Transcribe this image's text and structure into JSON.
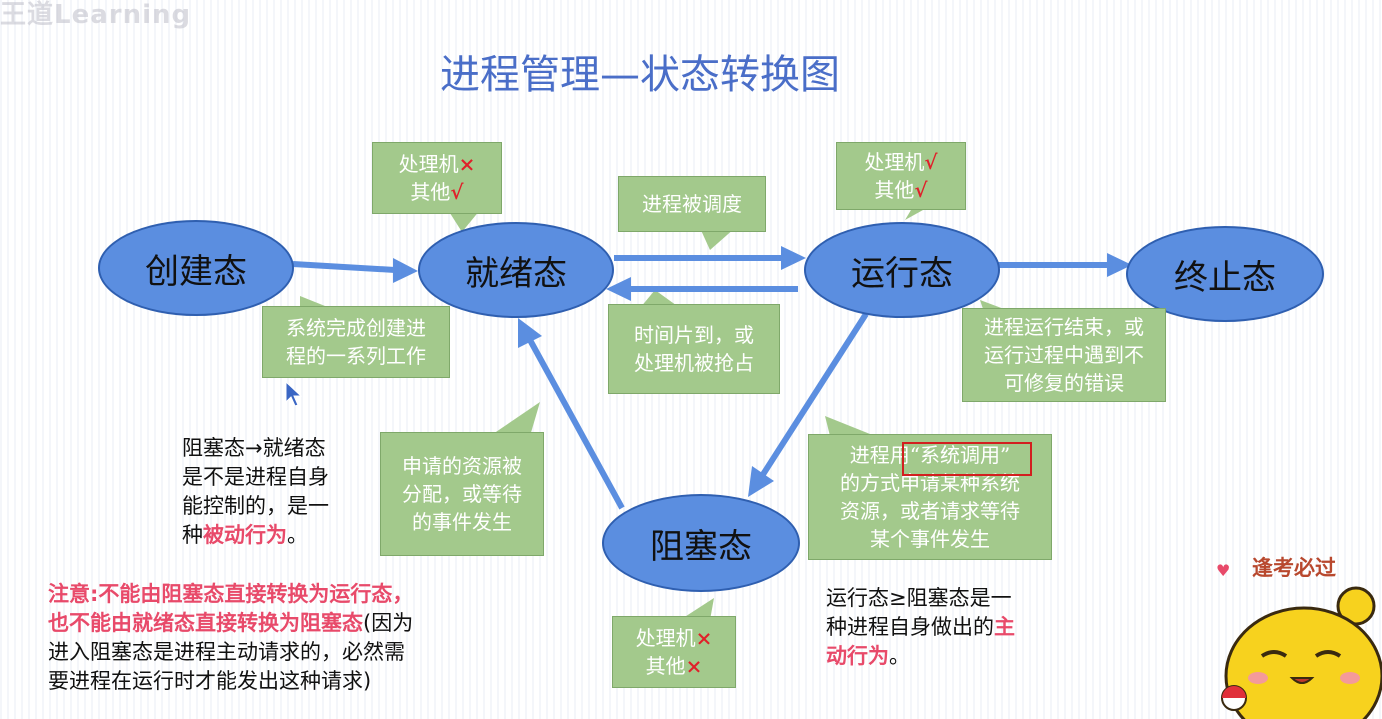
{
  "watermark": "王道Learning",
  "title": "进程管理—状态转换图",
  "states": {
    "create": "创建态",
    "ready": "就绪态",
    "running": "运行态",
    "terminated": "终止态",
    "blocked": "阻塞态"
  },
  "callouts": {
    "ready_resources": {
      "line1": "处理机",
      "mark1": "×",
      "line2": "其他",
      "mark2": "√"
    },
    "running_resources": {
      "line1": "处理机",
      "mark1": "√",
      "line2": "其他",
      "mark2": "√"
    },
    "blocked_resources": {
      "line1": "处理机",
      "mark1": "×",
      "line2": "其他",
      "mark2": "×"
    },
    "scheduled": "进程被调度",
    "create_done": {
      "line1": "系统完成创建进",
      "line2": "程的一系列工作"
    },
    "timeslice": {
      "line1": "时间片到，或",
      "line2": "处理机被抢占"
    },
    "terminate": {
      "line1": "进程运行结束，或",
      "line2": "运行过程中遇到不",
      "line3": "可修复的错误"
    },
    "resource_alloc": {
      "line1": "申请的资源被",
      "line2": "分配，或等待",
      "line3": "的事件发生"
    },
    "syscall": {
      "line1_pre": "进程用",
      "line1_key": "“系统调用”",
      "line2": "的方式申请某种系统",
      "line3": "资源，或者请求等待",
      "line4": "某个事件发生"
    }
  },
  "notes": {
    "passive": {
      "line1": "阻塞态→就绪态",
      "line2": "是不是进程自身",
      "line3": "能控制的，是一",
      "line4_pre": "种",
      "line4_red": "被动行为",
      "line4_post": "。"
    },
    "attention": {
      "line1_red": "注意:不能由阻塞态直接转换为运行态，",
      "line2_red": "也不能由就绪态直接转换为阻塞态",
      "line2_post": "(因为",
      "line3": "进入阻塞态是进程主动请求的，必然需",
      "line4": "要进程在运行时才能发出这种请求)"
    },
    "active": {
      "line1": "运行态≥阻塞态是一",
      "line2_pre": "种进程自身做出的",
      "line2_red": "主",
      "line3_red": "动行为",
      "line3_post": "。"
    }
  },
  "mascot_label": "逢考必过",
  "colors": {
    "ellipse_fill": "#5b8ee0",
    "arrow": "#5b8ee0",
    "callout_fill": "#a3c98c",
    "title": "#4a6ec8",
    "emphasis": "#e84a6a"
  }
}
